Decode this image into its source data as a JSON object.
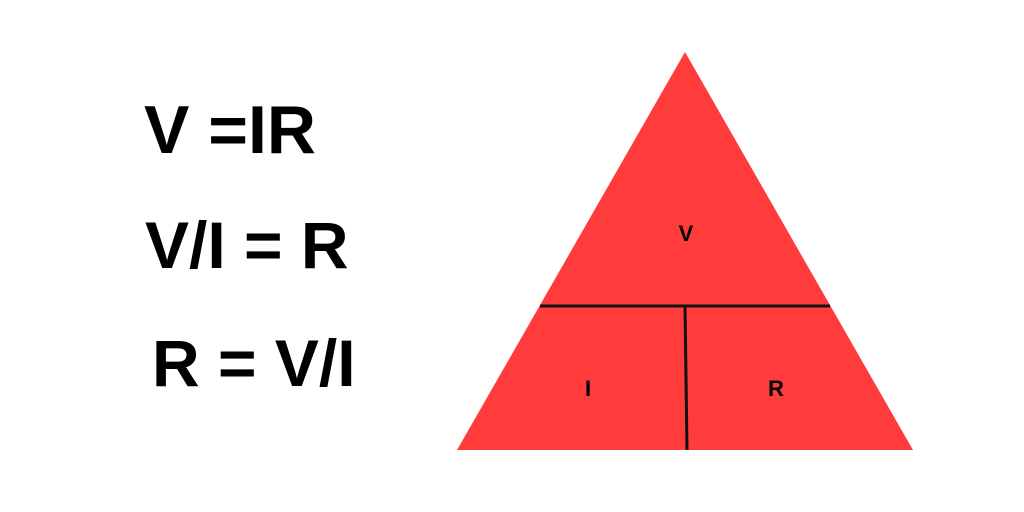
{
  "equations": {
    "eq1": "V =IR",
    "eq2": "V/I = R",
    "eq3": "R = V/I"
  },
  "triangle": {
    "top_label": "V",
    "bottom_left_label": "I",
    "bottom_right_label": "R",
    "fill_color": "#ff3b3b",
    "line_color": "#111111"
  }
}
